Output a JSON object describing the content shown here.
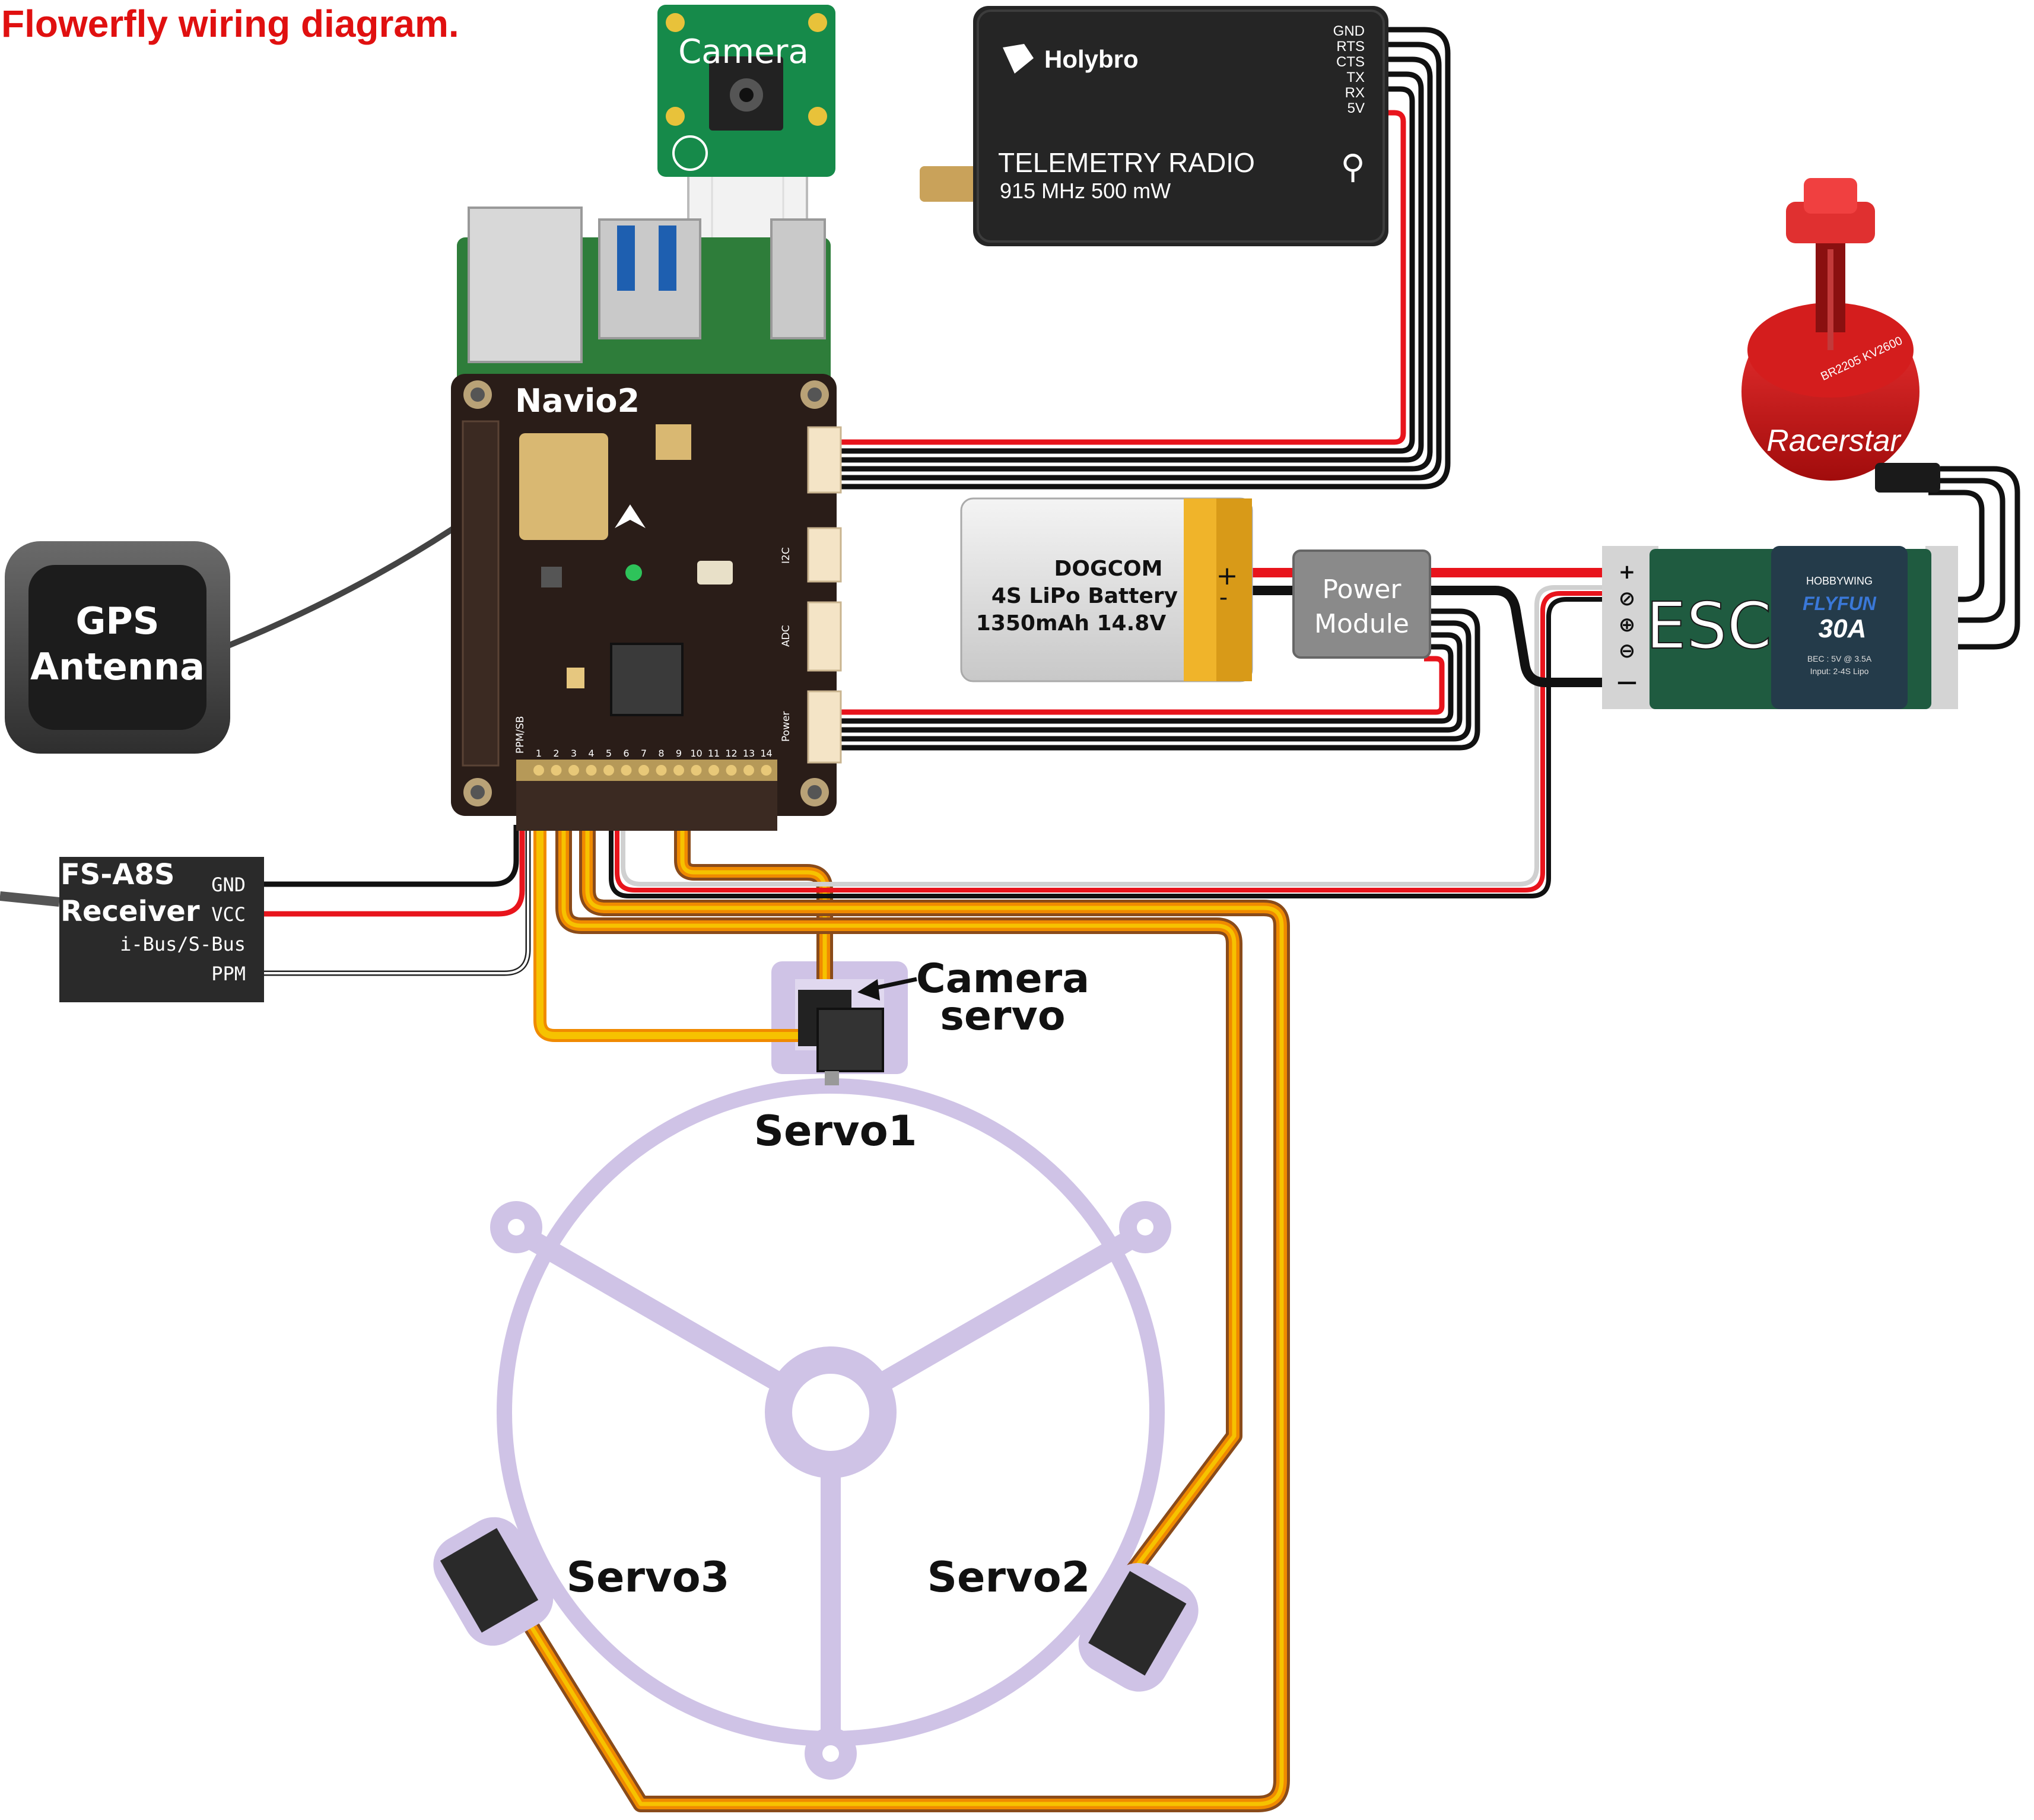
{
  "title": "Flowerfly wiring diagram.",
  "camera": {
    "label": "Camera"
  },
  "telemetry": {
    "brand": "Holybro",
    "name": "TELEMETRY RADIO",
    "spec": "915 MHz 500 mW",
    "pins": [
      "GND",
      "RTS",
      "CTS",
      "TX",
      "RX",
      "5V"
    ]
  },
  "navio": {
    "label": "Navio2",
    "port_labels": {
      "ppm": "PPM/SB",
      "i2c": "I2C",
      "adc": "ADC",
      "power": "Power",
      "channels": [
        "1",
        "2",
        "3",
        "4",
        "5",
        "6",
        "7",
        "8",
        "9",
        "10",
        "11",
        "12",
        "13",
        "14"
      ]
    }
  },
  "gps": {
    "line1": "GPS",
    "line2": "Antenna"
  },
  "battery": {
    "line1": "DOGCOM",
    "line2": "4S LiPo Battery",
    "line3": "1350mAh 14.8V",
    "plus": "+",
    "minus": "-"
  },
  "power_module": {
    "line1": "Power",
    "line2": "Module"
  },
  "esc": {
    "label": "ESC",
    "brand": "HOBBYWING",
    "model": "FLYFUN",
    "rating": "30A",
    "bec": "BEC : 5V @ 3.5A",
    "input": "Input: 2-4S Lipo",
    "pins": [
      "+",
      "⊘",
      "⊕",
      "⊖",
      "—"
    ]
  },
  "motor": {
    "brand": "Racerstar",
    "model": "BR2205 KV2600"
  },
  "receiver": {
    "line1": "FS-A8S",
    "line2": "Receiver",
    "pins": [
      "GND",
      "VCC",
      "i-Bus/S-Bus",
      "PPM"
    ]
  },
  "servos": {
    "camera_servo_line1": "Camera",
    "camera_servo_line2": "servo",
    "servo1": "Servo1",
    "servo2": "Servo2",
    "servo3": "Servo3"
  },
  "colors": {
    "title": "#e01010",
    "wire_red": "#e8141c",
    "wire_black": "#111111",
    "wire_orange": "#f08a00",
    "wire_yellow": "#f6c200",
    "wire_brown": "#8a4b1a",
    "frame": "#cfc3e6",
    "pcb": "#2a1d18",
    "esc_green": "#1f5b40"
  }
}
